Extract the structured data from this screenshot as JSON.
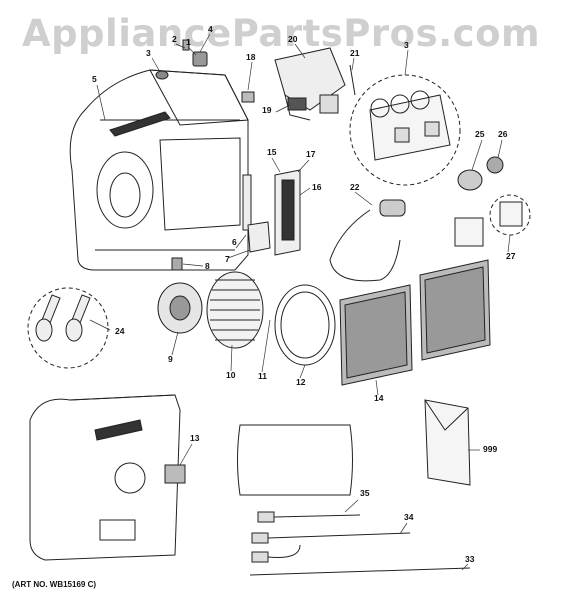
{
  "watermark": "AppliancePartsPros.com",
  "caption": "(ART NO. WB15169 C)",
  "labels": {
    "p1": "1",
    "p2": "2",
    "p3": "3",
    "p3b": "3",
    "p4": "4",
    "p5": "5",
    "p6": "6",
    "p7": "7",
    "p8": "8",
    "p9": "9",
    "p10": "10",
    "p11": "11",
    "p12": "12",
    "p13": "13",
    "p14": "14",
    "p15": "15",
    "p16": "16",
    "p17": "17",
    "p18": "18",
    "p19": "19",
    "p20": "20",
    "p21": "21",
    "p22": "22",
    "p24": "24",
    "p25": "25",
    "p26": "26",
    "p27": "27",
    "p33": "33",
    "p34": "34",
    "p35": "35",
    "p999": "999"
  }
}
